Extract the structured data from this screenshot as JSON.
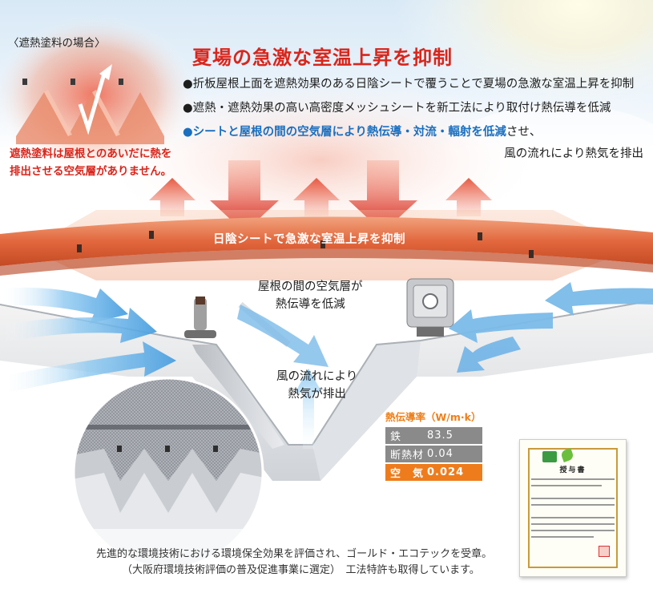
{
  "title": "夏場の急激な室温上昇を抑制",
  "case_label": "〈遮熱塗料の場合〉",
  "red_caption": [
    "遮熱塗料は屋根とのあいだに熱を",
    "排出させる空気層がありません。"
  ],
  "bullets": {
    "b1": "●折板屋根上面を遮熱効果のある日陰シートで覆うことで夏場の急激な室温上昇を抑制",
    "b2": "●遮熱・遮熱効果の高い高密度メッシュシートを新工法により取付け熱伝導を低減",
    "b3_dot": "●",
    "b3_highlight": "シートと屋根の間の空気層により熱伝導・対流・輻射を低減",
    "b3_tail": "させ、",
    "b3_line2": "風の流れにより熱気を排出"
  },
  "band_label": "日陰シートで急激な室温上昇を抑制",
  "air_layer": [
    "屋根の間の空気層が",
    "熱伝導を低減"
  ],
  "wind": [
    "風の流れにより",
    "熱気が排出"
  ],
  "table": {
    "header": "熱伝導率（W/m·k）",
    "rows": [
      {
        "name": "鉄",
        "value": "83.5"
      },
      {
        "name": "断熱材",
        "value": "0.04"
      },
      {
        "name": "空　気",
        "value": "0.024"
      }
    ]
  },
  "certificate": {
    "title": "授与書"
  },
  "footer": [
    "先進的な環境技術における環境保全効果を評価され、ゴールド・エコテックを受章。",
    "（大阪府環境技術評価の普及促進事業に選定）　工法特許も取得しています。"
  ],
  "colors": {
    "accent_red": "#d8261c",
    "highlight_blue": "#1a6fbf",
    "table_orange": "#ee7c1c",
    "table_gray": "#8a8a8a",
    "band_orange": "#e06a3c",
    "wind_blue": "#5aa9e6"
  }
}
